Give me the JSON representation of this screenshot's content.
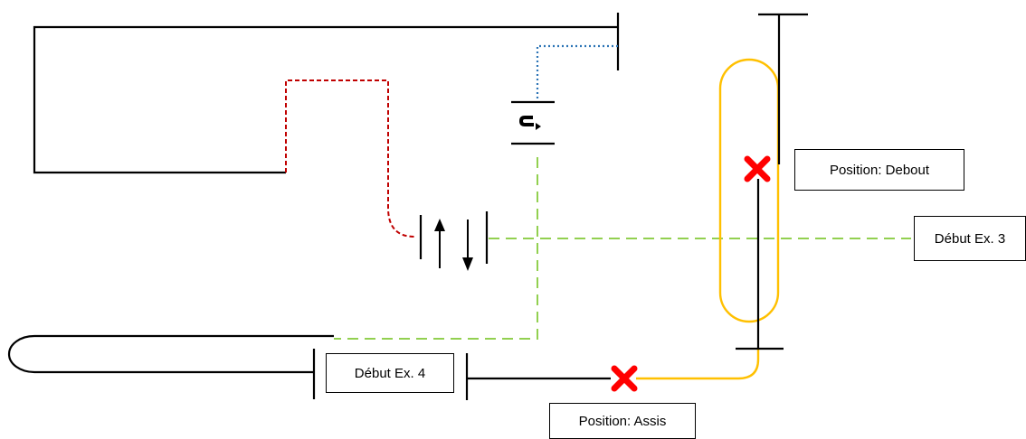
{
  "labels": {
    "debout": "Position: Debout",
    "debut_ex3": "Début Ex. 3",
    "debut_ex4": "Début Ex. 4",
    "assis": "Position: Assis"
  },
  "colors": {
    "track": "#000000",
    "red_dashed": "#c00000",
    "blue_dotted": "#2e75b6",
    "green_dashed": "#92d050",
    "yellow": "#ffc000",
    "marker": "#ff0000"
  },
  "icons": [
    "rotation-icon",
    "up-arrow-icon",
    "down-arrow-icon",
    "x-marker-icon"
  ]
}
